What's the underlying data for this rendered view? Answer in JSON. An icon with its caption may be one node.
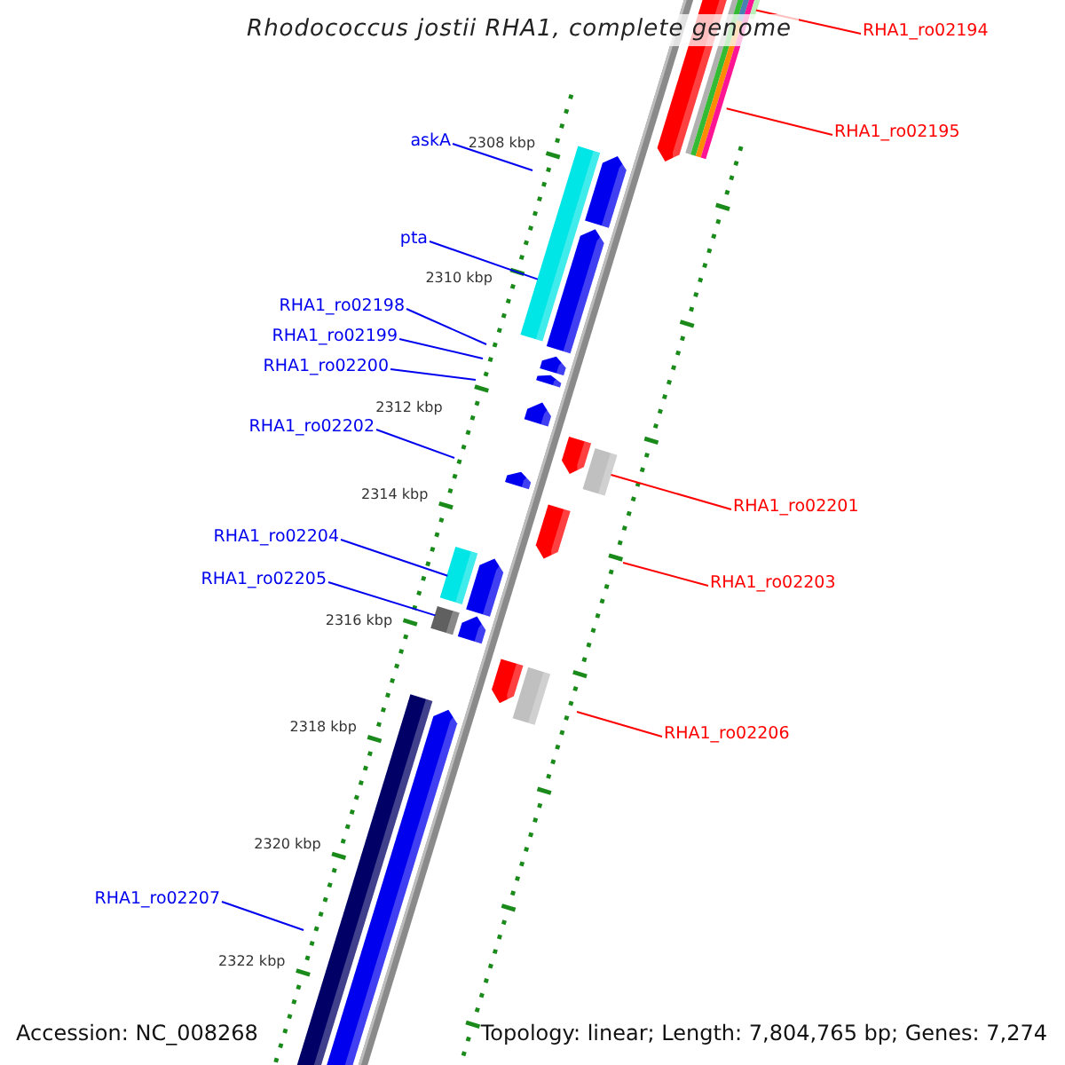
{
  "diagram": {
    "title": "Rhodococcus jostii RHA1, complete genome",
    "nodes": [
      {
        "text": [
          "RHA1_ro02194"
        ]
      },
      {
        "text": [
          "RHA1_ro02195"
        ]
      },
      {
        "text": [
          "askA"
        ]
      },
      {
        "text": [
          "pta"
        ]
      },
      {
        "text": [
          "RHA1_ro02198"
        ]
      },
      {
        "text": [
          "RHA1_ro02199"
        ]
      },
      {
        "text": [
          "RHA1_ro02200"
        ]
      },
      {
        "text": [
          "RHA1_ro02202"
        ]
      },
      {
        "text": [
          "RHA1_ro02201"
        ]
      },
      {
        "text": [
          "RHA1_ro02204"
        ]
      },
      {
        "text": [
          "RHA1_ro02205"
        ]
      },
      {
        "text": [
          "RHA1_ro02203"
        ]
      },
      {
        "text": [
          "RHA1_ro02206"
        ]
      },
      {
        "text": [
          "RHA1_ro02207"
        ]
      },
      {
        "text": [],
        "shape": "bar"
      },
      {
        "text": [],
        "shape": "bar"
      },
      {
        "text": [],
        "shape": "bar"
      },
      {
        "text": [],
        "shape": "bar"
      },
      {
        "text": [],
        "shape": "bar"
      }
    ],
    "edges": [
      {
        "from": 0,
        "to": 14,
        "arrow": "none",
        "color": "#ff0000"
      },
      {
        "from": 1,
        "to": 14,
        "arrow": "none",
        "color": "#ff0000"
      },
      {
        "from": 2,
        "to": null,
        "arrow": "none"
      },
      {
        "from": 3,
        "to": 15,
        "arrow": "none"
      },
      {
        "from": 4,
        "to": null,
        "arrow": "none"
      },
      {
        "from": 5,
        "to": null,
        "arrow": "none"
      },
      {
        "from": 6,
        "to": null,
        "arrow": "none"
      },
      {
        "from": 7,
        "to": null,
        "arrow": "none"
      },
      {
        "from": 8,
        "to": 16,
        "arrow": "none",
        "color": "#ff0000"
      },
      {
        "from": 9,
        "to": 17,
        "arrow": "none"
      },
      {
        "from": 10,
        "to": 18,
        "arrow": "none"
      },
      {
        "from": 11,
        "to": null,
        "arrow": "none",
        "color": "#ff0000"
      },
      {
        "from": 12,
        "to": null,
        "arrow": "none",
        "color": "#ff0000"
      },
      {
        "from": 13,
        "to": null,
        "arrow": "none"
      }
    ],
    "labels": [
      "2308 kbp",
      "2310 kbp",
      "2312 kbp",
      "2314 kbp",
      "2316 kbp",
      "2318 kbp",
      "2320 kbp",
      "2322 kbp",
      "Accession: NC_008268",
      "Topology: linear; Length: 7,804,765 bp; Genes: 7,274"
    ]
  }
}
